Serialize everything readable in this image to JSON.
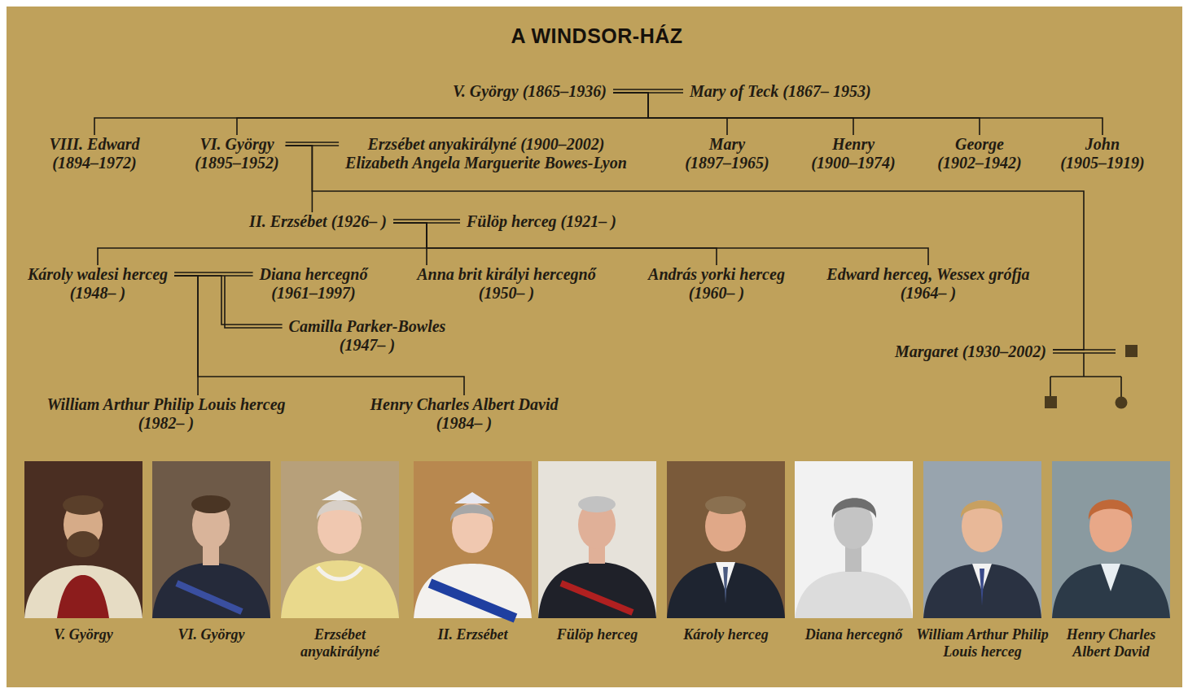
{
  "diagram": {
    "title": "A WINDSOR-HÁZ",
    "nodes": [
      {
        "text": [
          "V. György (1865–1936)"
        ]
      },
      {
        "text": [
          "Mary of Teck (1867– 1953)"
        ]
      },
      {
        "text": [
          "VIII. Edward",
          "(1894–1972)"
        ]
      },
      {
        "text": [
          "VI. György",
          "(1895–1952)"
        ]
      },
      {
        "text": [
          "Erzsébet anyakirályné (1900–2002)",
          "Elizabeth Angela Marguerite Bowes-Lyon"
        ]
      },
      {
        "text": [
          "Mary",
          "(1897–1965)"
        ]
      },
      {
        "text": [
          "Henry",
          "(1900–1974)"
        ]
      },
      {
        "text": [
          "George",
          "(1902–1942)"
        ]
      },
      {
        "text": [
          "John",
          "(1905–1919)"
        ]
      },
      {
        "text": [
          "II. Erzsébet (1926– )"
        ]
      },
      {
        "text": [
          "Fülöp herceg (1921– )"
        ]
      },
      {
        "text": [
          "Károly walesi herceg",
          "(1948– )"
        ]
      },
      {
        "text": [
          "Diana hercegnő",
          "(1961–1997)"
        ]
      },
      {
        "text": [
          "Anna brit királyi hercegnő",
          "(1950– )"
        ]
      },
      {
        "text": [
          "András yorki herceg",
          "(1960– )"
        ]
      },
      {
        "text": [
          "Edward herceg, Wessex grófja",
          "(1964– )"
        ]
      },
      {
        "text": [
          "Camilla Parker-Bowles",
          "(1947– )"
        ]
      },
      {
        "text": [
          "Margaret (1930–2002)"
        ]
      },
      {
        "text": [
          "William Arthur Philip Louis herceg",
          "(1982– )"
        ]
      },
      {
        "text": [
          "Henry Charles Albert David",
          "(1984– )"
        ]
      },
      {
        "text": [
          "V. György"
        ]
      },
      {
        "text": [
          "VI. György"
        ]
      },
      {
        "text": [
          "Erzsébet anyakirályné"
        ]
      },
      {
        "text": [
          "II. Erzsébet"
        ]
      },
      {
        "text": [
          "Fülöp herceg"
        ]
      },
      {
        "text": [
          "Károly herceg"
        ]
      },
      {
        "text": [
          "Diana hercegnő"
        ]
      },
      {
        "text": [
          "William Arthur Philip Louis herceg"
        ]
      },
      {
        "text": [
          "Henry Charles Albert David"
        ]
      }
    ],
    "edges": [
      {
        "from": 0,
        "to": 1,
        "arrow": "none"
      },
      {
        "from": 0,
        "to": 2,
        "arrow": "none"
      },
      {
        "from": 0,
        "to": 3,
        "arrow": "none"
      },
      {
        "from": 0,
        "to": 5,
        "arrow": "none"
      },
      {
        "from": 0,
        "to": 6,
        "arrow": "none"
      },
      {
        "from": 0,
        "to": 7,
        "arrow": "none"
      },
      {
        "from": 0,
        "to": 8,
        "arrow": "none"
      },
      {
        "from": 3,
        "to": 4,
        "arrow": "none"
      },
      {
        "from": 3,
        "to": 9,
        "arrow": "none"
      },
      {
        "from": 3,
        "to": 17,
        "arrow": "none"
      },
      {
        "from": 9,
        "to": 10,
        "arrow": "none"
      },
      {
        "from": 9,
        "to": 11,
        "arrow": "none"
      },
      {
        "from": 9,
        "to": 13,
        "arrow": "none"
      },
      {
        "from": 9,
        "to": 14,
        "arrow": "none"
      },
      {
        "from": 9,
        "to": 15,
        "arrow": "none"
      },
      {
        "from": 11,
        "to": 12,
        "arrow": "none"
      },
      {
        "from": 11,
        "to": 16,
        "arrow": "none"
      },
      {
        "from": 11,
        "to": 18,
        "arrow": "none"
      },
      {
        "from": 11,
        "to": 19,
        "arrow": "none"
      }
    ]
  }
}
